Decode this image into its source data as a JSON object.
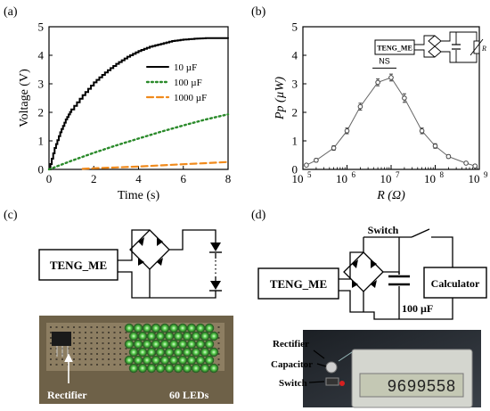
{
  "panels": {
    "a": {
      "label": "(a)"
    },
    "b": {
      "label": "(b)"
    },
    "c": {
      "label": "(c)",
      "teng_label": "TENG_ME",
      "rectifier_label": "Rectifier",
      "leds_label": "60 LEDs"
    },
    "d": {
      "label": "(d)",
      "teng_label": "TENG_ME",
      "switch_label": "Switch",
      "calculator_label": "Calculator",
      "capacitor_value": "100 µF",
      "rectifier_label": "Rectifier",
      "capacitor_label": "Capacitor",
      "switch_photo_label": "Switch",
      "display_reading": "9699558"
    }
  },
  "chart_data": [
    {
      "type": "line",
      "xlabel": "Time (s)",
      "ylabel": "Voltage (V)",
      "xlim": [
        0,
        8
      ],
      "ylim": [
        0,
        5
      ],
      "xticks": [
        "0",
        "2",
        "4",
        "6",
        "8"
      ],
      "yticks": [
        "0",
        "1",
        "2",
        "3",
        "4",
        "5"
      ],
      "legend_position": "top-right",
      "series": [
        {
          "name": "10 µF",
          "style": "solid",
          "color": "#000000",
          "x": [
            0,
            0.25,
            0.5,
            0.75,
            1,
            1.5,
            2,
            2.5,
            3,
            3.5,
            4,
            4.5,
            5,
            5.5,
            6,
            6.5,
            7,
            7.5,
            8
          ],
          "y": [
            0,
            0.75,
            1.3,
            1.75,
            2.1,
            2.6,
            3.05,
            3.4,
            3.7,
            3.95,
            4.15,
            4.3,
            4.4,
            4.5,
            4.55,
            4.58,
            4.6,
            4.6,
            4.6
          ]
        },
        {
          "name": "100 µF",
          "style": "dotted",
          "color": "#2a8a2a",
          "x": [
            0,
            1,
            2,
            3,
            4,
            5,
            6,
            7,
            8
          ],
          "y": [
            0,
            0.3,
            0.58,
            0.84,
            1.08,
            1.32,
            1.54,
            1.75,
            1.93
          ]
        },
        {
          "name": "1000 µF",
          "style": "dashed",
          "color": "#f08a1c",
          "x": [
            1.5,
            2,
            3,
            4,
            5,
            6,
            7,
            8
          ],
          "y": [
            0.02,
            0.04,
            0.07,
            0.1,
            0.14,
            0.18,
            0.22,
            0.26
          ]
        }
      ]
    },
    {
      "type": "scatter",
      "xlabel": "R (Ω)",
      "ylabel": "Pp (µW)",
      "xscale": "log",
      "xlim": [
        100000,
        1000000000
      ],
      "ylim": [
        0,
        5
      ],
      "xtick_exponents": [
        "5",
        "6",
        "7",
        "8",
        "9"
      ],
      "yticks": [
        "0",
        "1",
        "2",
        "3",
        "4",
        "5"
      ],
      "annotation": "NS",
      "inset_label": "TENG_ME",
      "inset_resistor_label": "R",
      "series": [
        {
          "x": [
            120000,
            200000,
            500000,
            1000000,
            2000000,
            5000000,
            10000000,
            20000000,
            50000000,
            100000000,
            200000000,
            500000000,
            800000000
          ],
          "y": [
            0.15,
            0.32,
            0.75,
            1.35,
            2.2,
            3.05,
            3.22,
            2.5,
            1.35,
            0.82,
            0.45,
            0.22,
            0.12
          ],
          "err": [
            0.05,
            0.06,
            0.08,
            0.1,
            0.12,
            0.12,
            0.12,
            0.15,
            0.1,
            0.08,
            0.06,
            0.05,
            0.04
          ]
        }
      ]
    }
  ]
}
